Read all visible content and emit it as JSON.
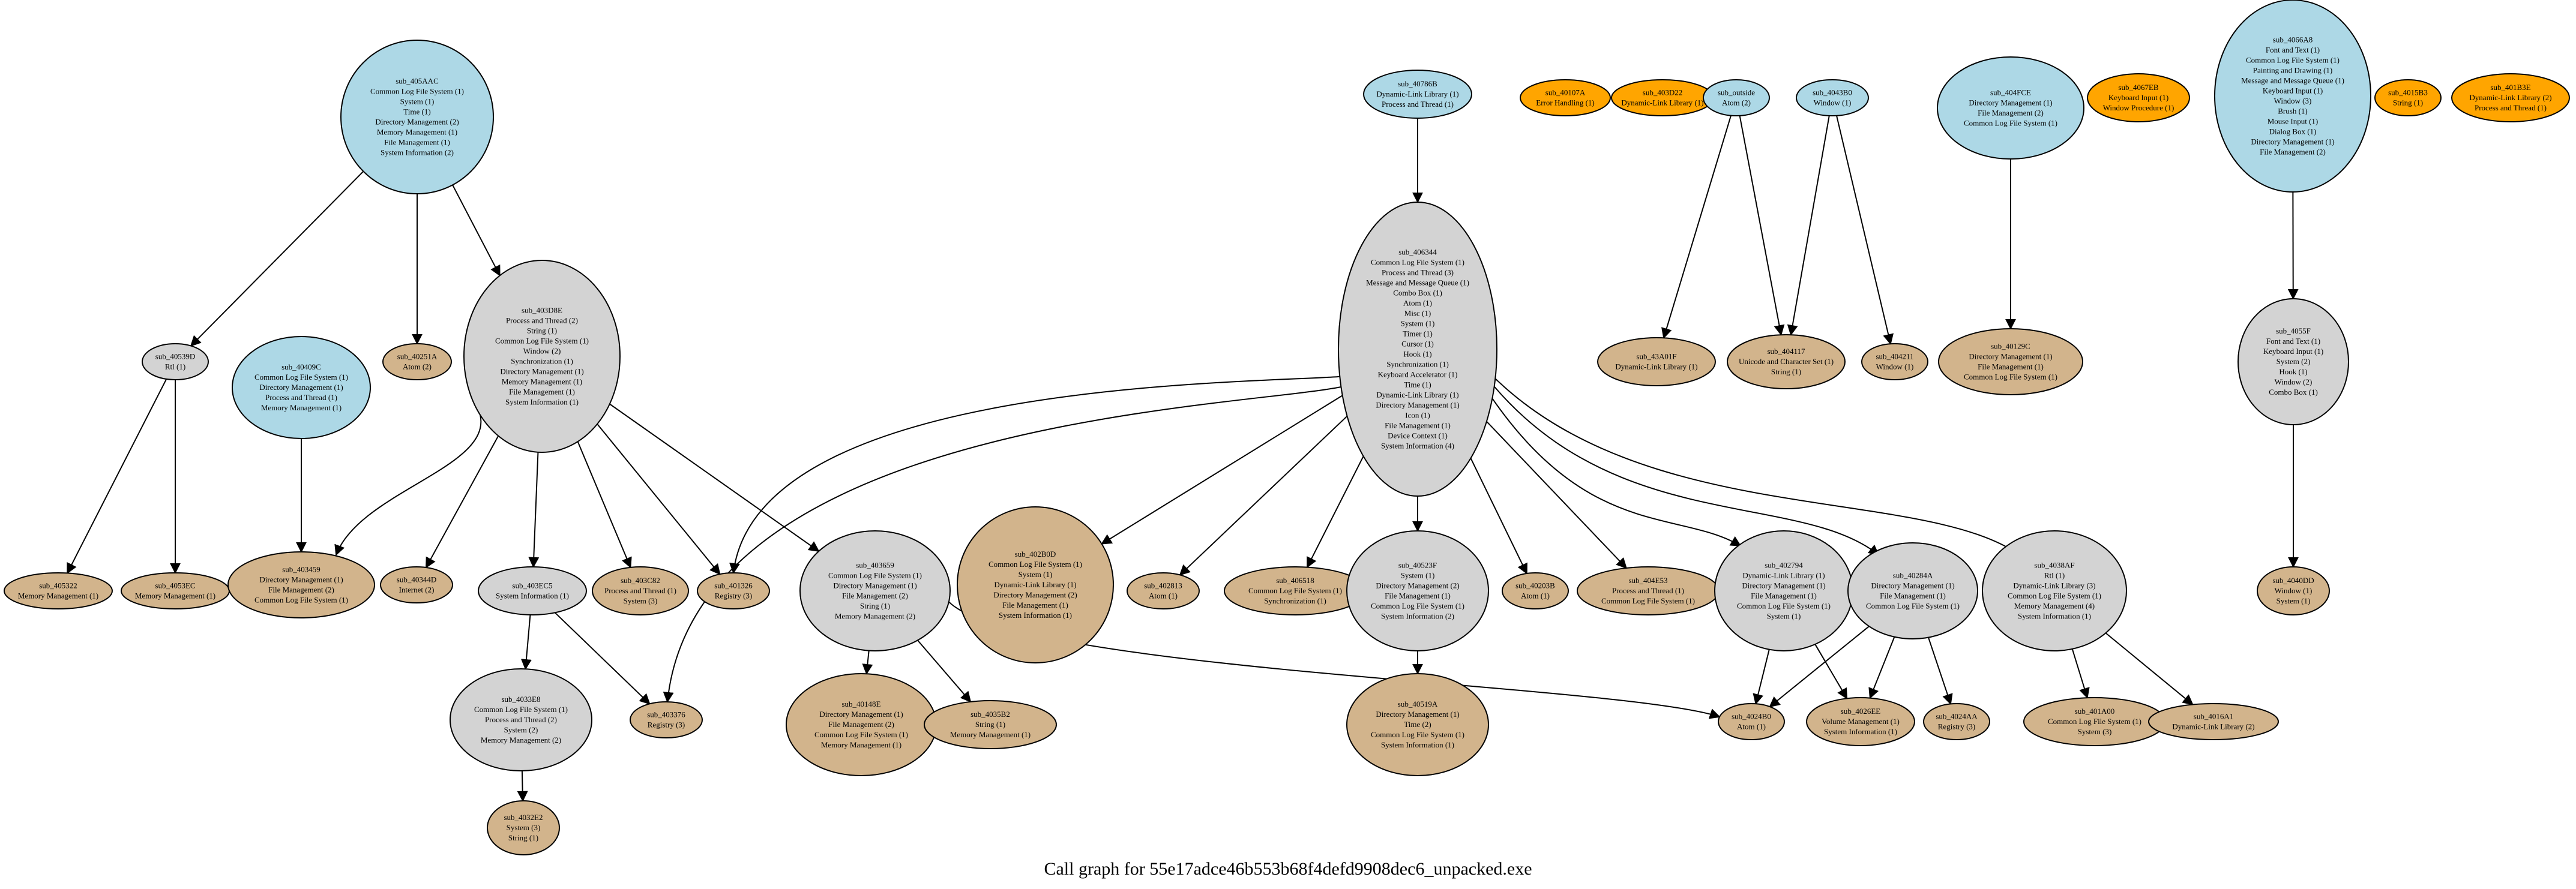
{
  "title": "Call graph for 55e17adce46b553b68f4defd9908dec6_unpacked.exe",
  "colors": {
    "entry": "#add8e6",
    "internal": "#d3d3d3",
    "leaf": "#d2b48c",
    "import": "#ffa500",
    "edge": "#000000"
  },
  "nodes": [
    {
      "id": "sub_405AAC",
      "type": "entry",
      "lines": [
        "Common Log File System (1)",
        "System (1)",
        "Time (1)",
        "Directory Management (2)",
        "Memory Management (1)",
        "File Management (1)",
        "System Information (2)"
      ]
    },
    {
      "id": "sub_40786B",
      "type": "entry",
      "lines": [
        "Dynamic-Link Library (1)",
        "Process and Thread (1)"
      ]
    },
    {
      "id": "sub_40107A",
      "type": "import",
      "lines": [
        "Error Handling (1)"
      ]
    },
    {
      "id": "sub_403D22",
      "type": "import",
      "lines": [
        "Dynamic-Link Library (1)"
      ]
    },
    {
      "id": "sub_outside",
      "type": "entry",
      "lines": [
        "Atom (2)"
      ]
    },
    {
      "id": "sub_4043B0",
      "type": "entry",
      "lines": [
        "Window (1)"
      ]
    },
    {
      "id": "sub_404FCE",
      "type": "entry",
      "lines": [
        "Directory Management (1)",
        "File Management (2)",
        "Common Log File System (1)"
      ]
    },
    {
      "id": "sub_4067EB",
      "type": "import",
      "lines": [
        "Keyboard Input (1)",
        "Window Procedure (1)"
      ]
    },
    {
      "id": "sub_4066A8",
      "type": "entry",
      "lines": [
        "Font and Text (1)",
        "Common Log File System (1)",
        "Painting and Drawing (1)",
        "Message and Message Queue (1)",
        "Keyboard Input (1)",
        "Window (3)",
        "Brush (1)",
        "Mouse Input (1)",
        "Dialog Box (1)",
        "Directory Management (1)",
        "File Management (2)"
      ]
    },
    {
      "id": "sub_4015B3",
      "type": "import",
      "lines": [
        "String (1)"
      ]
    },
    {
      "id": "sub_401B3E",
      "type": "import",
      "lines": [
        "Dynamic-Link Library (2)",
        "Process and Thread (1)"
      ]
    },
    {
      "id": "sub_40539D",
      "type": "internal",
      "lines": [
        "Rtl (1)"
      ]
    },
    {
      "id": "sub_40409C",
      "type": "entry",
      "lines": [
        "Common Log File System (1)",
        "Directory Management (1)",
        "Process and Thread (1)",
        "Memory Management (1)"
      ]
    },
    {
      "id": "sub_40251A",
      "type": "leaf",
      "lines": [
        "Atom (2)"
      ]
    },
    {
      "id": "sub_403D8E",
      "type": "internal",
      "lines": [
        "Process and Thread (2)",
        "String (1)",
        "Common Log File System (1)",
        "Window (2)",
        "Synchronization (1)",
        "Directory Management (1)",
        "Memory Management (1)",
        "File Management (1)",
        "System Information (1)"
      ]
    },
    {
      "id": "sub_406344",
      "type": "internal",
      "lines": [
        "Common Log File System (1)",
        "Process and Thread (3)",
        "Message and Message Queue (1)",
        "Combo Box (1)",
        "Atom (1)",
        "Misc (1)",
        "System (1)",
        "Timer (1)",
        "Cursor (1)",
        "Hook (1)",
        "Synchronization (1)",
        "Keyboard Accelerator (1)",
        "Time (1)",
        "Dynamic-Link Library (1)",
        "Directory Management (1)",
        "Icon (1)",
        "File Management (1)",
        "Device Context (1)",
        "System Information (4)"
      ]
    },
    {
      "id": "sub_43A01F",
      "type": "leaf",
      "lines": [
        "Dynamic-Link Library (1)"
      ]
    },
    {
      "id": "sub_404117",
      "type": "leaf",
      "lines": [
        "Unicode and Character Set (1)",
        "String (1)"
      ]
    },
    {
      "id": "sub_404211",
      "type": "leaf",
      "lines": [
        "Window (1)"
      ]
    },
    {
      "id": "sub_40129C",
      "type": "leaf",
      "lines": [
        "Directory Management (1)",
        "File Management (1)",
        "Common Log File System (1)"
      ]
    },
    {
      "id": "sub_4055F",
      "type": "internal",
      "lines": [
        "Font and Text (1)",
        "Keyboard Input (1)",
        "System (2)",
        "Hook (1)",
        "Window (2)",
        "Combo Box (1)"
      ]
    },
    {
      "id": "sub_405322",
      "type": "leaf",
      "lines": [
        "Memory Management (1)"
      ]
    },
    {
      "id": "sub_4053EC",
      "type": "leaf",
      "lines": [
        "Memory Management (1)"
      ]
    },
    {
      "id": "sub_403459",
      "type": "leaf",
      "lines": [
        "Directory Management (1)",
        "File Management (2)",
        "Common Log File System (1)"
      ]
    },
    {
      "id": "sub_40344D",
      "type": "leaf",
      "lines": [
        "Internet (2)"
      ]
    },
    {
      "id": "sub_403EC5",
      "type": "internal",
      "lines": [
        "System Information (1)"
      ]
    },
    {
      "id": "sub_403C82",
      "type": "leaf",
      "lines": [
        "Process and Thread (1)",
        "System (3)"
      ]
    },
    {
      "id": "sub_401326",
      "type": "leaf",
      "lines": [
        "Registry (3)"
      ]
    },
    {
      "id": "sub_403659",
      "type": "internal",
      "lines": [
        "Common Log File System (1)",
        "Directory Management (1)",
        "File Management (2)",
        "String (1)",
        "Memory Management (2)"
      ]
    },
    {
      "id": "sub_402B0D",
      "type": "leaf",
      "lines": [
        "Common Log File System (1)",
        "System (1)",
        "Dynamic-Link Library (1)",
        "Directory Management (2)",
        "File Management (1)",
        "System Information (1)"
      ]
    },
    {
      "id": "sub_402813",
      "type": "leaf",
      "lines": [
        "Atom (1)"
      ]
    },
    {
      "id": "sub_406518",
      "type": "leaf",
      "lines": [
        "Common Log File System (1)",
        "Synchronization (1)"
      ]
    },
    {
      "id": "sub_40523F",
      "type": "internal",
      "lines": [
        "System (1)",
        "Directory Management (2)",
        "File Management (1)",
        "Common Log File System (1)",
        "System Information (2)"
      ]
    },
    {
      "id": "sub_40203B",
      "type": "leaf",
      "lines": [
        "Atom (1)"
      ]
    },
    {
      "id": "sub_404E53",
      "type": "leaf",
      "lines": [
        "Process and Thread (1)",
        "Common Log File System (1)"
      ]
    },
    {
      "id": "sub_402794",
      "type": "internal",
      "lines": [
        "Dynamic-Link Library (1)",
        "Directory Management (1)",
        "File Management (1)",
        "Common Log File System (1)",
        "System (1)"
      ]
    },
    {
      "id": "sub_40284A",
      "type": "internal",
      "lines": [
        "Directory Management (1)",
        "File Management (1)",
        "Common Log File System (1)"
      ]
    },
    {
      "id": "sub_4038AF",
      "type": "internal",
      "lines": [
        "Rtl (1)",
        "Dynamic-Link Library (3)",
        "Common Log File System (1)",
        "Memory Management (4)",
        "System Information (1)"
      ]
    },
    {
      "id": "sub_4040DD",
      "type": "leaf",
      "lines": [
        "Window (1)",
        "System (1)"
      ]
    },
    {
      "id": "sub_4033E8",
      "type": "internal",
      "lines": [
        "Common Log File System (1)",
        "Process and Thread (2)",
        "System (2)",
        "Memory Management (2)"
      ]
    },
    {
      "id": "sub_403376",
      "type": "leaf",
      "lines": [
        "Registry (3)"
      ]
    },
    {
      "id": "sub_40148E",
      "type": "leaf",
      "lines": [
        "Directory Management (1)",
        "File Management (2)",
        "Common Log File System (1)",
        "Memory Management (1)"
      ]
    },
    {
      "id": "sub_4035B2",
      "type": "leaf",
      "lines": [
        "String (1)",
        "Memory Management (1)"
      ]
    },
    {
      "id": "sub_40519A",
      "type": "leaf",
      "lines": [
        "Directory Management (1)",
        "Time (2)",
        "Common Log File System (1)",
        "System Information (1)"
      ]
    },
    {
      "id": "sub_4024B0",
      "type": "leaf",
      "lines": [
        "Atom (1)"
      ]
    },
    {
      "id": "sub_4026EE",
      "type": "leaf",
      "lines": [
        "Volume Management (1)",
        "System Information (1)"
      ]
    },
    {
      "id": "sub_4024AA",
      "type": "leaf",
      "lines": [
        "Registry (3)"
      ]
    },
    {
      "id": "sub_401A00",
      "type": "leaf",
      "lines": [
        "Common Log File System (1)",
        "System (3)"
      ]
    },
    {
      "id": "sub_4016A1",
      "type": "leaf",
      "lines": [
        "Dynamic-Link Library (2)"
      ]
    },
    {
      "id": "sub_4032E2",
      "type": "leaf",
      "lines": [
        "System (3)",
        "String (1)"
      ]
    }
  ],
  "edges": [
    [
      "sub_405AAC",
      "sub_40539D"
    ],
    [
      "sub_405AAC",
      "sub_40251A"
    ],
    [
      "sub_405AAC",
      "sub_403D8E"
    ],
    [
      "sub_40539D",
      "sub_405322"
    ],
    [
      "sub_40539D",
      "sub_4053EC"
    ],
    [
      "sub_40409C",
      "sub_403459"
    ],
    [
      "sub_403D8E",
      "sub_403459"
    ],
    [
      "sub_403D8E",
      "sub_40344D"
    ],
    [
      "sub_403D8E",
      "sub_403EC5"
    ],
    [
      "sub_403D8E",
      "sub_403C82"
    ],
    [
      "sub_403D8E",
      "sub_401326"
    ],
    [
      "sub_403D8E",
      "sub_403659"
    ],
    [
      "sub_403EC5",
      "sub_4033E8"
    ],
    [
      "sub_403EC5",
      "sub_403376"
    ],
    [
      "sub_4033E8",
      "sub_4032E2"
    ],
    [
      "sub_403659",
      "sub_40148E"
    ],
    [
      "sub_403659",
      "sub_4035B2"
    ],
    [
      "sub_403659",
      "sub_4024B0"
    ],
    [
      "sub_40786B",
      "sub_406344"
    ],
    [
      "sub_406344",
      "sub_401326"
    ],
    [
      "sub_406344",
      "sub_403376"
    ],
    [
      "sub_406344",
      "sub_402B0D"
    ],
    [
      "sub_406344",
      "sub_402813"
    ],
    [
      "sub_406344",
      "sub_406518"
    ],
    [
      "sub_406344",
      "sub_40523F"
    ],
    [
      "sub_406344",
      "sub_40203B"
    ],
    [
      "sub_406344",
      "sub_404E53"
    ],
    [
      "sub_406344",
      "sub_402794"
    ],
    [
      "sub_406344",
      "sub_40284A"
    ],
    [
      "sub_406344",
      "sub_4038AF"
    ],
    [
      "sub_40523F",
      "sub_40519A"
    ],
    [
      "sub_402794",
      "sub_4024B0"
    ],
    [
      "sub_402794",
      "sub_4026EE"
    ],
    [
      "sub_40284A",
      "sub_4024B0"
    ],
    [
      "sub_40284A",
      "sub_4026EE"
    ],
    [
      "sub_40284A",
      "sub_4024AA"
    ],
    [
      "sub_4038AF",
      "sub_401A00"
    ],
    [
      "sub_4038AF",
      "sub_4016A1"
    ],
    [
      "sub_outside",
      "sub_43A01F"
    ],
    [
      "sub_outside",
      "sub_404117"
    ],
    [
      "sub_4043B0",
      "sub_404117"
    ],
    [
      "sub_4043B0",
      "sub_404211"
    ],
    [
      "sub_404FCE",
      "sub_40129C"
    ],
    [
      "sub_4066A8",
      "sub_4055F"
    ],
    [
      "sub_4055F",
      "sub_4040DD"
    ]
  ]
}
